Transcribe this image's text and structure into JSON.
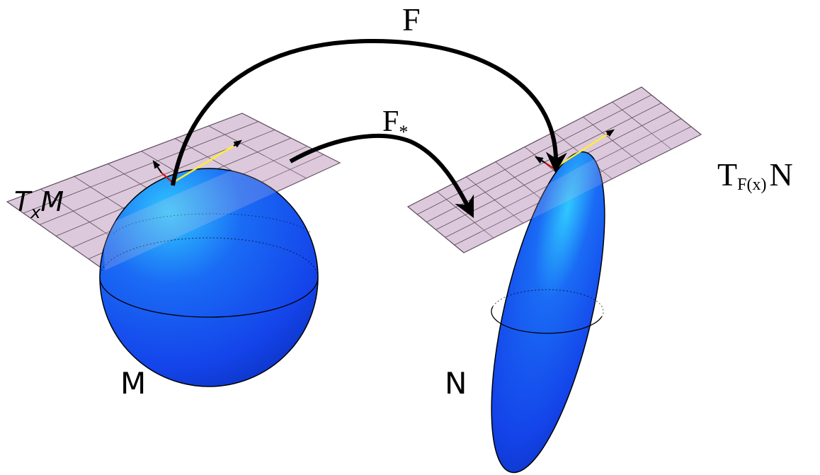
{
  "map_label_f": "F",
  "pushforward": {
    "base": "F",
    "sub": "*"
  },
  "tangent_source": {
    "base": "T",
    "sub": "x",
    "tail": "M"
  },
  "tangent_target": {
    "base": "T",
    "sub": "F(x)",
    "tail": "N"
  },
  "manifold_source": "M",
  "manifold_target": "N",
  "colors": {
    "plane_fill": "#ddc9dc",
    "plane_grid": "#5a4a5a",
    "surface_light": "#2fc8ff",
    "surface_mid": "#1a55f2",
    "surface_dark": "#0a2fb8",
    "vector_yellow": "#ffee33",
    "vector_red": "#d01010",
    "arrow": "#000000"
  },
  "icons": [
    "sphere",
    "ellipsoid",
    "tangent-plane",
    "curved-arrow",
    "tangent-vector"
  ]
}
